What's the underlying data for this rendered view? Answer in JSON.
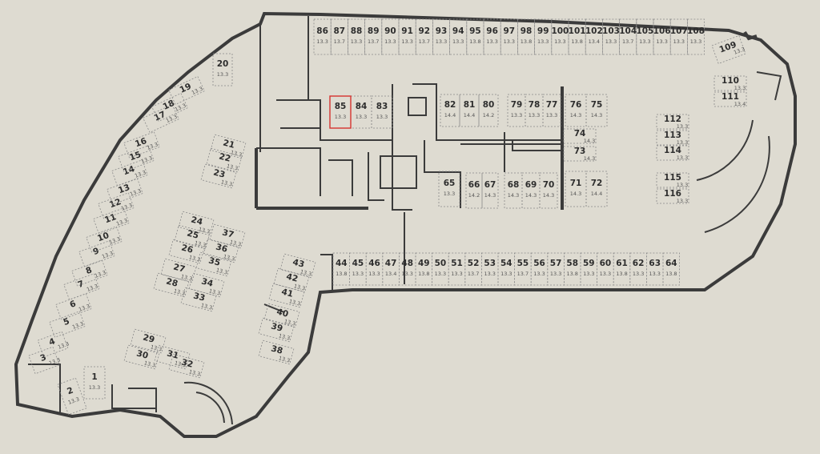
{
  "selected_spot": "85",
  "spots": [
    {
      "n": "1",
      "a": "13.3"
    },
    {
      "n": "2",
      "a": "13.3"
    },
    {
      "n": "3",
      "a": "13.3"
    },
    {
      "n": "4",
      "a": "13.3"
    },
    {
      "n": "5",
      "a": "13.3"
    },
    {
      "n": "6",
      "a": "13.3"
    },
    {
      "n": "7",
      "a": "13.3"
    },
    {
      "n": "8",
      "a": "13.3"
    },
    {
      "n": "9",
      "a": "13.3"
    },
    {
      "n": "10",
      "a": "13.3"
    },
    {
      "n": "11",
      "a": "13.3"
    },
    {
      "n": "12",
      "a": "13.3"
    },
    {
      "n": "13",
      "a": "13.3"
    },
    {
      "n": "14",
      "a": "13.3"
    },
    {
      "n": "15",
      "a": "13.3"
    },
    {
      "n": "16",
      "a": "13.3"
    },
    {
      "n": "17",
      "a": "13.3"
    },
    {
      "n": "18",
      "a": "13.3"
    },
    {
      "n": "19",
      "a": "13.3"
    },
    {
      "n": "20",
      "a": "13.3"
    },
    {
      "n": "21",
      "a": "13.3"
    },
    {
      "n": "22",
      "a": "13.3"
    },
    {
      "n": "23",
      "a": "13.3"
    },
    {
      "n": "24",
      "a": "13.3"
    },
    {
      "n": "25",
      "a": "13.3"
    },
    {
      "n": "26",
      "a": "13.3"
    },
    {
      "n": "27",
      "a": "13.3"
    },
    {
      "n": "28",
      "a": "13.3"
    },
    {
      "n": "29",
      "a": "13.3"
    },
    {
      "n": "30",
      "a": "13.3"
    },
    {
      "n": "31",
      "a": "13.3"
    },
    {
      "n": "32",
      "a": "13.3"
    },
    {
      "n": "33",
      "a": "13.3"
    },
    {
      "n": "34",
      "a": "13.3"
    },
    {
      "n": "35",
      "a": "13.3"
    },
    {
      "n": "36",
      "a": "13.3"
    },
    {
      "n": "37",
      "a": "13.3"
    },
    {
      "n": "38",
      "a": "13.3"
    },
    {
      "n": "39",
      "a": "13.3"
    },
    {
      "n": "40",
      "a": "13.3"
    },
    {
      "n": "41",
      "a": "13.3"
    },
    {
      "n": "42",
      "a": "13.3"
    },
    {
      "n": "43",
      "a": "13.3"
    },
    {
      "n": "44",
      "a": "13.8"
    },
    {
      "n": "45",
      "a": "13.3"
    },
    {
      "n": "46",
      "a": "13.3"
    },
    {
      "n": "47",
      "a": "13.4"
    },
    {
      "n": "48",
      "a": "13.3"
    },
    {
      "n": "49",
      "a": "13.8"
    },
    {
      "n": "50",
      "a": "13.3"
    },
    {
      "n": "51",
      "a": "13.3"
    },
    {
      "n": "52",
      "a": "13.7"
    },
    {
      "n": "53",
      "a": "13.3"
    },
    {
      "n": "54",
      "a": "13.3"
    },
    {
      "n": "55",
      "a": "13.7"
    },
    {
      "n": "56",
      "a": "13.3"
    },
    {
      "n": "57",
      "a": "13.3"
    },
    {
      "n": "58",
      "a": "13.8"
    },
    {
      "n": "59",
      "a": "13.3"
    },
    {
      "n": "60",
      "a": "13.3"
    },
    {
      "n": "61",
      "a": "13.8"
    },
    {
      "n": "62",
      "a": "13.3"
    },
    {
      "n": "63",
      "a": "13.3"
    },
    {
      "n": "64",
      "a": "13.8"
    },
    {
      "n": "65",
      "a": "13.3"
    },
    {
      "n": "66",
      "a": "14.2"
    },
    {
      "n": "67",
      "a": "14.3"
    },
    {
      "n": "68",
      "a": "14.3"
    },
    {
      "n": "69",
      "a": "14.3"
    },
    {
      "n": "70",
      "a": "14.3"
    },
    {
      "n": "71",
      "a": "14.3"
    },
    {
      "n": "72",
      "a": "14.4"
    },
    {
      "n": "73",
      "a": "14.3"
    },
    {
      "n": "74",
      "a": "14.3"
    },
    {
      "n": "75",
      "a": "14.3"
    },
    {
      "n": "76",
      "a": "14.3"
    },
    {
      "n": "77",
      "a": "13.3"
    },
    {
      "n": "78",
      "a": "13.3"
    },
    {
      "n": "79",
      "a": "13.3"
    },
    {
      "n": "80",
      "a": "14.2"
    },
    {
      "n": "81",
      "a": "14.4"
    },
    {
      "n": "82",
      "a": "14.4"
    },
    {
      "n": "83",
      "a": "13.3"
    },
    {
      "n": "84",
      "a": "13.3"
    },
    {
      "n": "85",
      "a": "13.3"
    },
    {
      "n": "86",
      "a": "13.3"
    },
    {
      "n": "87",
      "a": "13.7"
    },
    {
      "n": "88",
      "a": "13.3"
    },
    {
      "n": "89",
      "a": "13.7"
    },
    {
      "n": "90",
      "a": "13.3"
    },
    {
      "n": "91",
      "a": "13.3"
    },
    {
      "n": "92",
      "a": "13.7"
    },
    {
      "n": "93",
      "a": "13.3"
    },
    {
      "n": "94",
      "a": "13.3"
    },
    {
      "n": "95",
      "a": "13.8"
    },
    {
      "n": "96",
      "a": "13.3"
    },
    {
      "n": "97",
      "a": "13.3"
    },
    {
      "n": "98",
      "a": "13.8"
    },
    {
      "n": "99",
      "a": "13.3"
    },
    {
      "n": "100",
      "a": "13.3"
    },
    {
      "n": "101",
      "a": "13.8"
    },
    {
      "n": "102",
      "a": "13.4"
    },
    {
      "n": "103",
      "a": "13.3"
    },
    {
      "n": "104",
      "a": "13.7"
    },
    {
      "n": "105",
      "a": "13.3"
    },
    {
      "n": "106",
      "a": "13.3"
    },
    {
      "n": "107",
      "a": "13.3"
    },
    {
      "n": "108",
      "a": "13.3"
    },
    {
      "n": "109",
      "a": "13.3"
    },
    {
      "n": "110",
      "a": "13.3"
    },
    {
      "n": "111",
      "a": "13.4"
    },
    {
      "n": "112",
      "a": "13.3"
    },
    {
      "n": "113",
      "a": "13.3"
    },
    {
      "n": "114",
      "a": "13.3"
    },
    {
      "n": "115",
      "a": "13.3"
    },
    {
      "n": "116",
      "a": "13.3"
    }
  ],
  "colors": {
    "background": "#dedbd1",
    "wall": "#3b3b3b",
    "selected": "#d6332f",
    "spot_outline": "#8a8a8a"
  }
}
